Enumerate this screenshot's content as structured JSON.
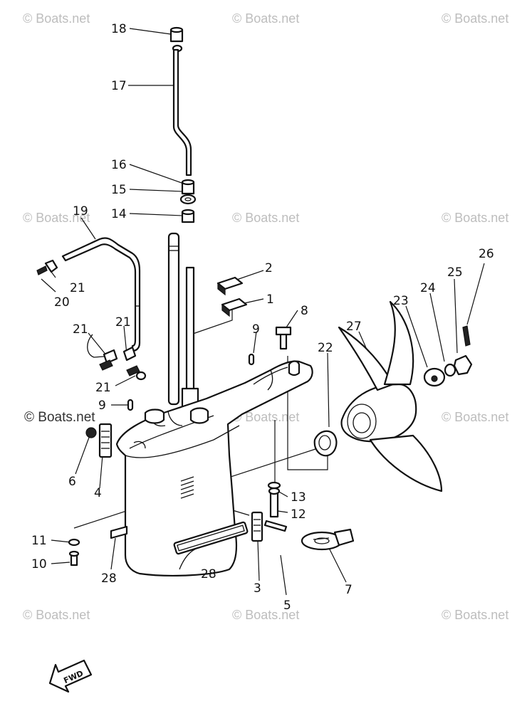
{
  "watermarks": [
    {
      "text": "© Boats.net"
    },
    {
      "text": "© Boats.net"
    },
    {
      "text": "© Boats.net"
    },
    {
      "text": "© Boats.net"
    },
    {
      "text": "© Boats.net"
    },
    {
      "text": "© Boats.net"
    },
    {
      "text": "© Boats.net"
    },
    {
      "text": "© Boats.net"
    },
    {
      "text": "© Boats.net"
    },
    {
      "text": "© Boats.net"
    },
    {
      "text": "© Boats.net"
    },
    {
      "text": "© Boats.net"
    }
  ],
  "callouts": [
    "18",
    "17",
    "16",
    "15",
    "14",
    "19",
    "21",
    "20",
    "2",
    "1",
    "8",
    "9",
    "21",
    "21",
    "21",
    "9",
    "6",
    "4",
    "26",
    "25",
    "24",
    "23",
    "27",
    "22",
    "13",
    "12",
    "11",
    "10",
    "28",
    "28",
    "3",
    "5",
    "7"
  ],
  "direction_badge": {
    "label": "FWD"
  }
}
